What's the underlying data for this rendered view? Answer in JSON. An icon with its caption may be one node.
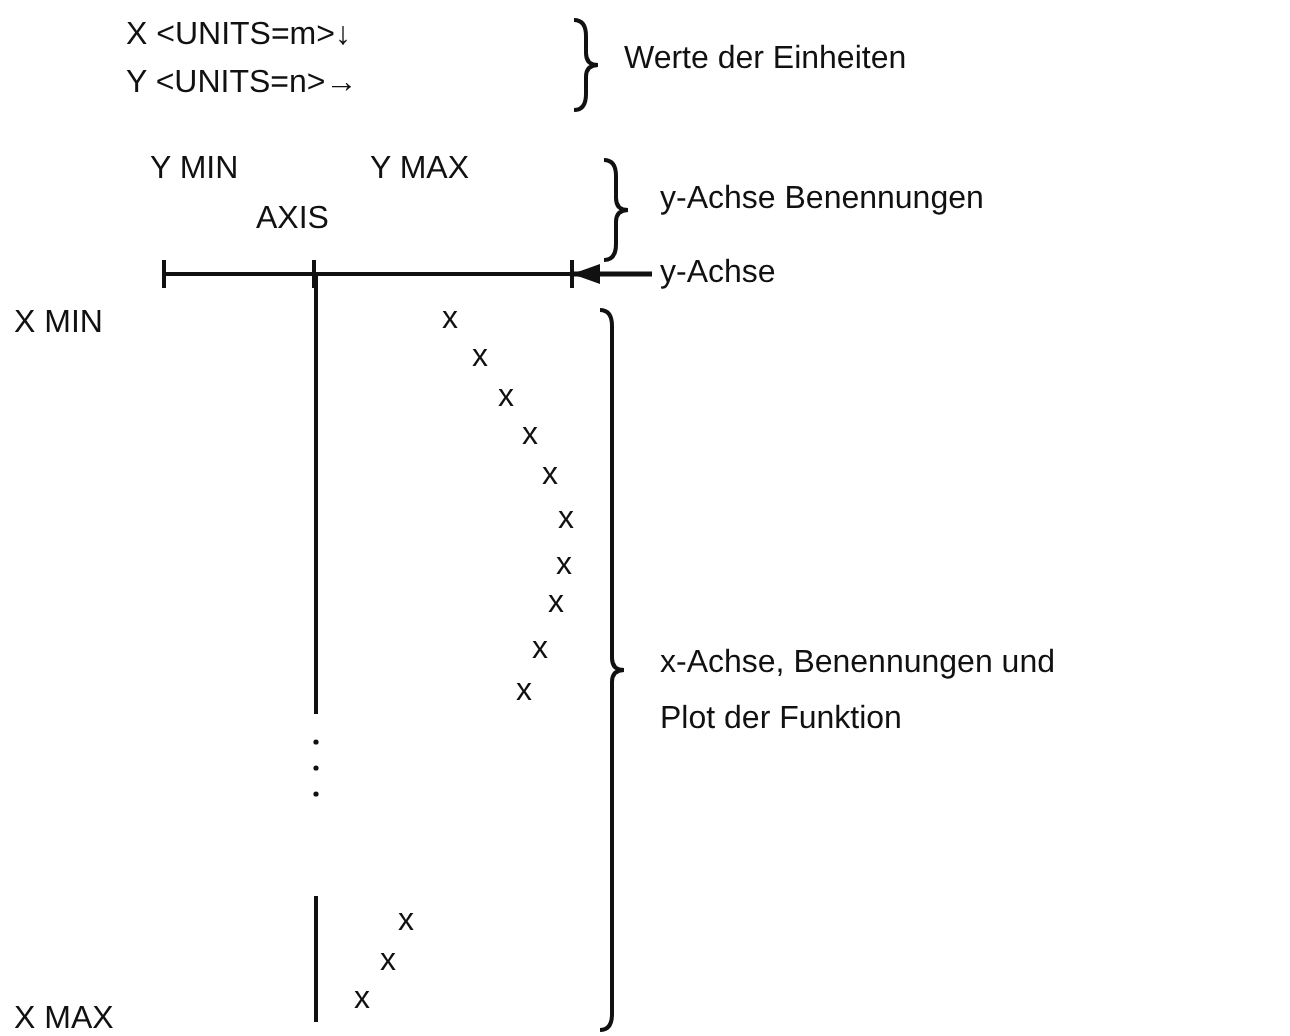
{
  "diagram": {
    "nodes": [
      {
        "text": [
          "y-Achse"
        ]
      },
      {
        "text": [],
        "shape": "line"
      }
    ],
    "edges": [
      {
        "from": 0,
        "to": 1,
        "arrow": "to"
      }
    ],
    "labels": [
      "X <UNITS=m>↓",
      "Werte der Einheiten",
      "Y <UNITS=n>→",
      "Y MIN",
      "Y MAX",
      "y-Achse Benennungen",
      "AXIS",
      "X MIN",
      "x",
      "x",
      "x",
      "x",
      "x",
      "x",
      "x",
      "x",
      "x-Achse, Benennungen und Plot der Funktion",
      "x",
      "x",
      "x",
      "x",
      "x",
      "X MAX"
    ]
  }
}
